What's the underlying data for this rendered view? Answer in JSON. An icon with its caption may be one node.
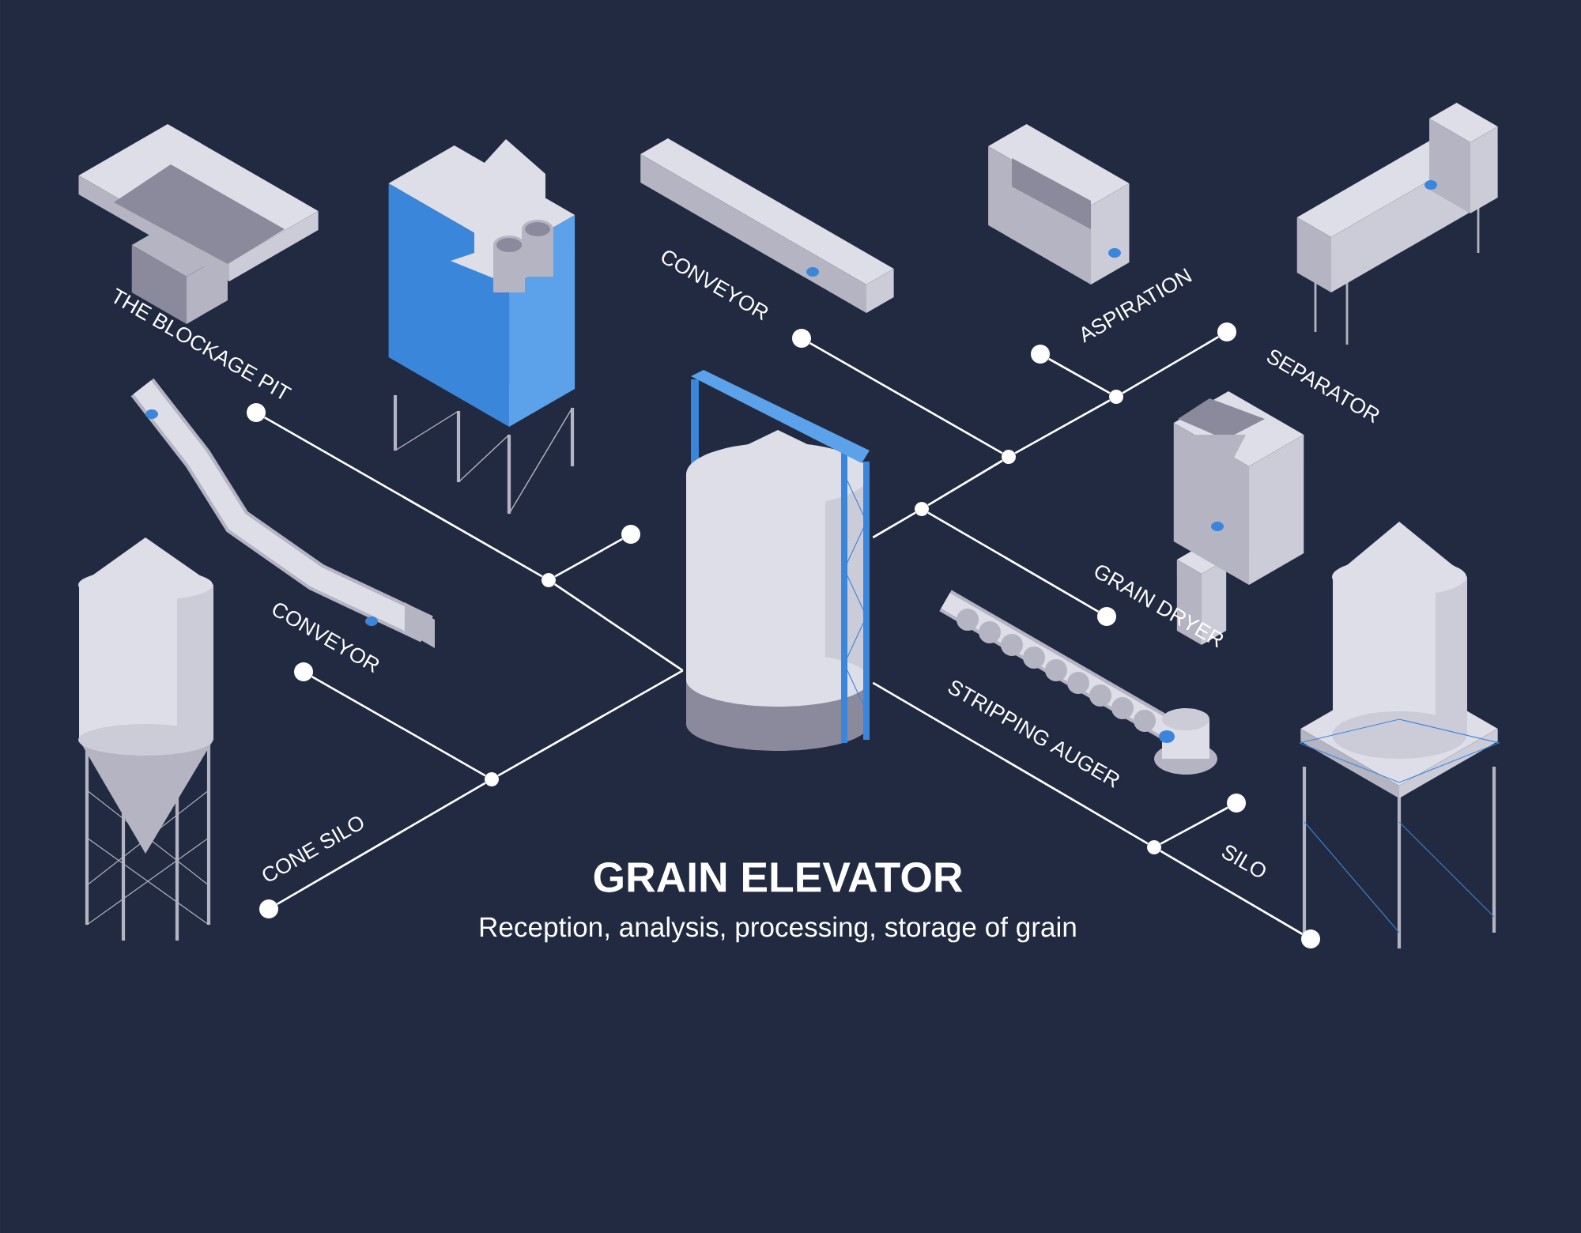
{
  "diagram": {
    "title": "GRAIN ELEVATOR",
    "caption": "Reception, analysis, processing, storage of grain",
    "nodes": [
      {
        "text": [],
        "shape": "picture"
      },
      {
        "text": [],
        "shape": "circle",
        "beside": [
          "THE BLOCKAGE PIT"
        ]
      },
      {
        "text": [],
        "shape": "circle"
      },
      {
        "text": [],
        "shape": "circle"
      },
      {
        "text": [],
        "shape": "circle",
        "beside": [
          "CONVEYOR"
        ]
      },
      {
        "text": [],
        "shape": "circle"
      },
      {
        "text": [],
        "shape": "circle",
        "beside": [
          "CONE SILO"
        ]
      },
      {
        "text": [],
        "shape": "circle",
        "beside": [
          "CONVEYOR"
        ]
      },
      {
        "text": [],
        "shape": "circle"
      },
      {
        "text": [],
        "shape": "circle"
      },
      {
        "text": [],
        "shape": "circle",
        "beside": [
          "ASPIRATION"
        ]
      },
      {
        "text": [],
        "shape": "circle",
        "beside": [
          "SEPARATOR"
        ]
      },
      {
        "text": [],
        "shape": "circle"
      },
      {
        "text": [],
        "shape": "circle",
        "beside": [
          "GRAIN DRYER"
        ]
      },
      {
        "text": [],
        "shape": "circle"
      },
      {
        "text": [],
        "shape": "circle",
        "beside": [
          "SILO"
        ]
      },
      {
        "text": [],
        "shape": "circle"
      }
    ],
    "edges": [
      {
        "from": 1,
        "to": 2,
        "arrow": "none"
      },
      {
        "from": 2,
        "to": 3,
        "arrow": "none"
      },
      {
        "from": 2,
        "to": 0,
        "arrow": "none"
      },
      {
        "from": 4,
        "to": 5,
        "arrow": "none"
      },
      {
        "from": 6,
        "to": 5,
        "arrow": "none"
      },
      {
        "from": 5,
        "to": 0,
        "arrow": "none"
      },
      {
        "from": 7,
        "to": 8,
        "arrow": "none"
      },
      {
        "from": 8,
        "to": 9,
        "arrow": "none"
      },
      {
        "from": 9,
        "to": 10,
        "arrow": "none"
      },
      {
        "from": 9,
        "to": 11,
        "arrow": "none"
      },
      {
        "from": 8,
        "to": 12,
        "arrow": "none"
      },
      {
        "from": 12,
        "to": 0,
        "arrow": "none"
      },
      {
        "from": 12,
        "to": 13,
        "arrow": "none"
      },
      {
        "from": 0,
        "to": 14,
        "arrow": "none",
        "label": "STRIPPING AUGER"
      },
      {
        "from": 14,
        "to": 15,
        "arrow": "none"
      },
      {
        "from": 14,
        "to": 16,
        "arrow": "none"
      }
    ]
  }
}
